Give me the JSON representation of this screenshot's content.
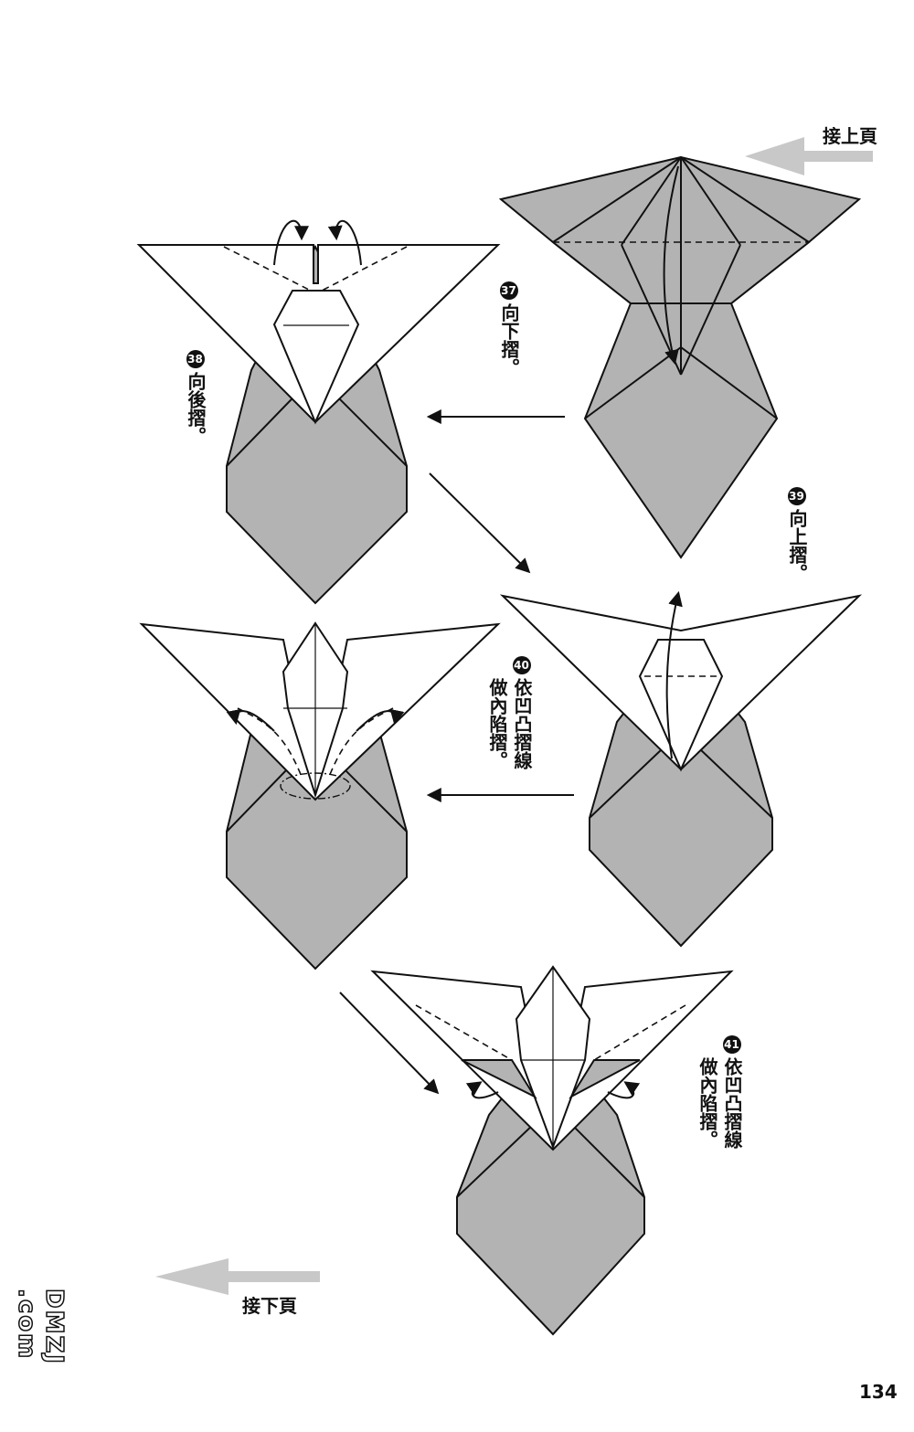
{
  "header": {
    "prev_page_label": "接上頁"
  },
  "footer": {
    "next_page_label": "接下頁",
    "page_number": "134"
  },
  "watermark": {
    "text": "DMZJ .com"
  },
  "steps": [
    {
      "number": "37",
      "instruction": "向下摺。"
    },
    {
      "number": "38",
      "instruction": "向後摺。"
    },
    {
      "number": "39",
      "instruction": "向上摺。"
    },
    {
      "number": "40",
      "instruction_line1": "依凹凸摺線",
      "instruction_line2": "做內陷摺。"
    },
    {
      "number": "41",
      "instruction_line1": "依凹凸摺線",
      "instruction_line2": "做內陷摺。"
    }
  ],
  "colors": {
    "paper": "#b3b3b3",
    "line": "#111111",
    "gray_arrow": "#c8c8c8"
  }
}
